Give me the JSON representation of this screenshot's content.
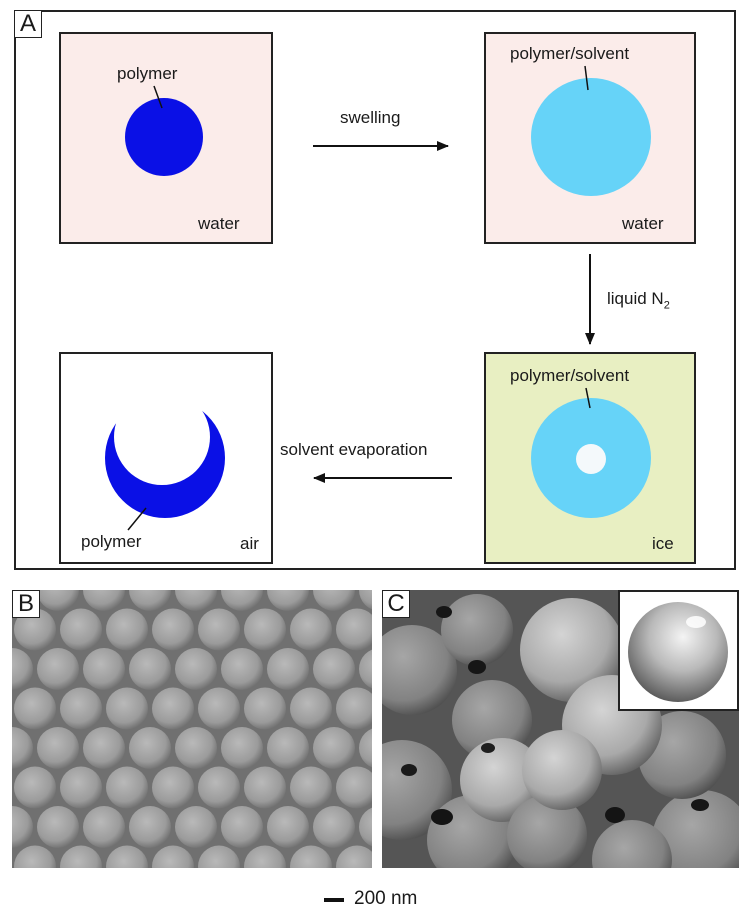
{
  "panels": {
    "a": {
      "label": "A",
      "steps": {
        "s1": {
          "medium": "water",
          "particle_label": "polymer",
          "fill": "#fbecea",
          "particle_color": "#0a10e6"
        },
        "s2": {
          "medium": "water",
          "particle_label": "polymer/solvent",
          "fill": "#fbecea",
          "particle_color": "#66d3f8"
        },
        "s3": {
          "medium": "ice",
          "particle_label": "polymer/solvent",
          "fill": "#e8efc2",
          "particle_color": "#66d3f8"
        },
        "s4": {
          "medium": "air",
          "particle_label": "polymer",
          "fill": "#ffffff",
          "particle_color": "#0a10e6"
        }
      },
      "arrows": {
        "swelling": "swelling",
        "liquid": "liquid N",
        "liquid_sub": "2",
        "evaporation": "solvent evaporation"
      }
    },
    "b": {
      "label": "B"
    },
    "c": {
      "label": "C"
    }
  },
  "scale_bar": {
    "label": "200 nm"
  }
}
